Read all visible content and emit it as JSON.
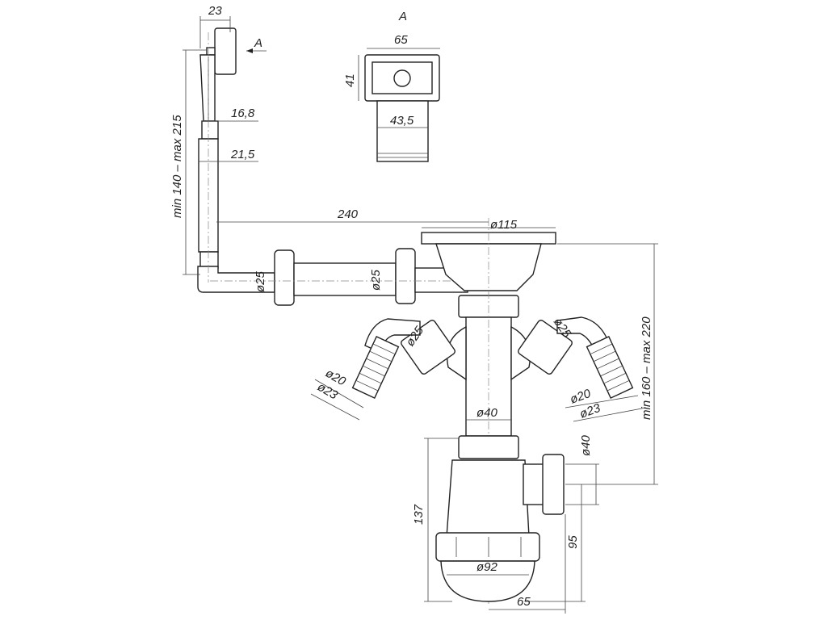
{
  "drawing": {
    "overflow": {
      "width_23": "23",
      "view_arrow": "A",
      "d_16_8": "16,8",
      "d_21_5": "21,5",
      "height_range": "min 140 – max 215"
    },
    "view_a": {
      "title": "A",
      "width": "65",
      "height": "41",
      "pipe_width": "43,5"
    },
    "length_240": "240",
    "basket_diameter": "ø115",
    "pipe_d25_left": "ø25",
    "pipe_d25_right": "ø25",
    "branch_left": {
      "d25": "ø25",
      "d20": "ø20",
      "d23": "ø23"
    },
    "branch_right": {
      "d25": "ø25",
      "d20": "ø20",
      "d23": "ø23"
    },
    "main_pipe": "ø40",
    "outlet": "ø40",
    "trap_height_range": "min 160 – max 220",
    "trap_height": "137",
    "outlet_height": "95",
    "trap_diameter": "ø92",
    "trap_offset": "65"
  }
}
